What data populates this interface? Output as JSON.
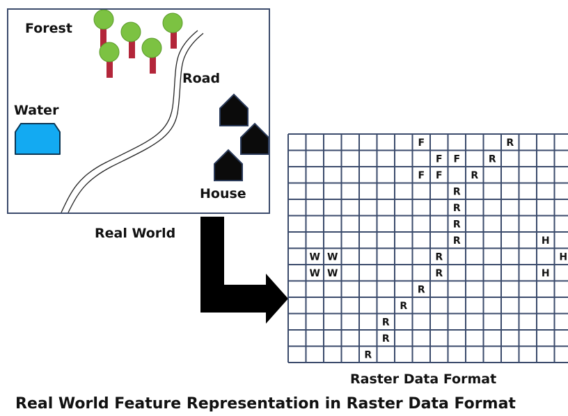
{
  "labels": {
    "forest": "Forest",
    "road": "Road",
    "water": "Water",
    "house": "House",
    "real_world": "Real World",
    "raster_data_format": "Raster Data Format",
    "title": "Real World Feature Representation in Raster Data Format"
  },
  "colors": {
    "grid_line": "#3a4a6b",
    "water_fill": "#13aaf2",
    "tree_trunk": "#b3263a",
    "tree_canopy": "#7cc242",
    "house_fill": "#0b0b0b",
    "arrow": "#000000"
  },
  "raster": {
    "rows": 13,
    "cols": 16,
    "cells": [
      {
        "row": 0,
        "col": 7,
        "code": "F"
      },
      {
        "row": 0,
        "col": 12,
        "code": "R"
      },
      {
        "row": 1,
        "col": 8,
        "code": "F"
      },
      {
        "row": 1,
        "col": 9,
        "code": "F"
      },
      {
        "row": 1,
        "col": 11,
        "code": "R"
      },
      {
        "row": 2,
        "col": 7,
        "code": "F"
      },
      {
        "row": 2,
        "col": 8,
        "code": "F"
      },
      {
        "row": 2,
        "col": 10,
        "code": "R"
      },
      {
        "row": 3,
        "col": 9,
        "code": "R"
      },
      {
        "row": 4,
        "col": 9,
        "code": "R"
      },
      {
        "row": 5,
        "col": 9,
        "code": "R"
      },
      {
        "row": 6,
        "col": 9,
        "code": "R"
      },
      {
        "row": 6,
        "col": 14,
        "code": "H"
      },
      {
        "row": 7,
        "col": 1,
        "code": "W"
      },
      {
        "row": 7,
        "col": 2,
        "code": "W"
      },
      {
        "row": 7,
        "col": 8,
        "code": "R"
      },
      {
        "row": 7,
        "col": 15,
        "code": "H"
      },
      {
        "row": 8,
        "col": 1,
        "code": "W"
      },
      {
        "row": 8,
        "col": 2,
        "code": "W"
      },
      {
        "row": 8,
        "col": 8,
        "code": "R"
      },
      {
        "row": 8,
        "col": 14,
        "code": "H"
      },
      {
        "row": 9,
        "col": 7,
        "code": "R"
      },
      {
        "row": 10,
        "col": 6,
        "code": "R"
      },
      {
        "row": 11,
        "col": 5,
        "code": "R"
      },
      {
        "row": 12,
        "col": 5,
        "code": "R"
      },
      {
        "row": 13,
        "col": 4,
        "code": "R"
      }
    ]
  }
}
